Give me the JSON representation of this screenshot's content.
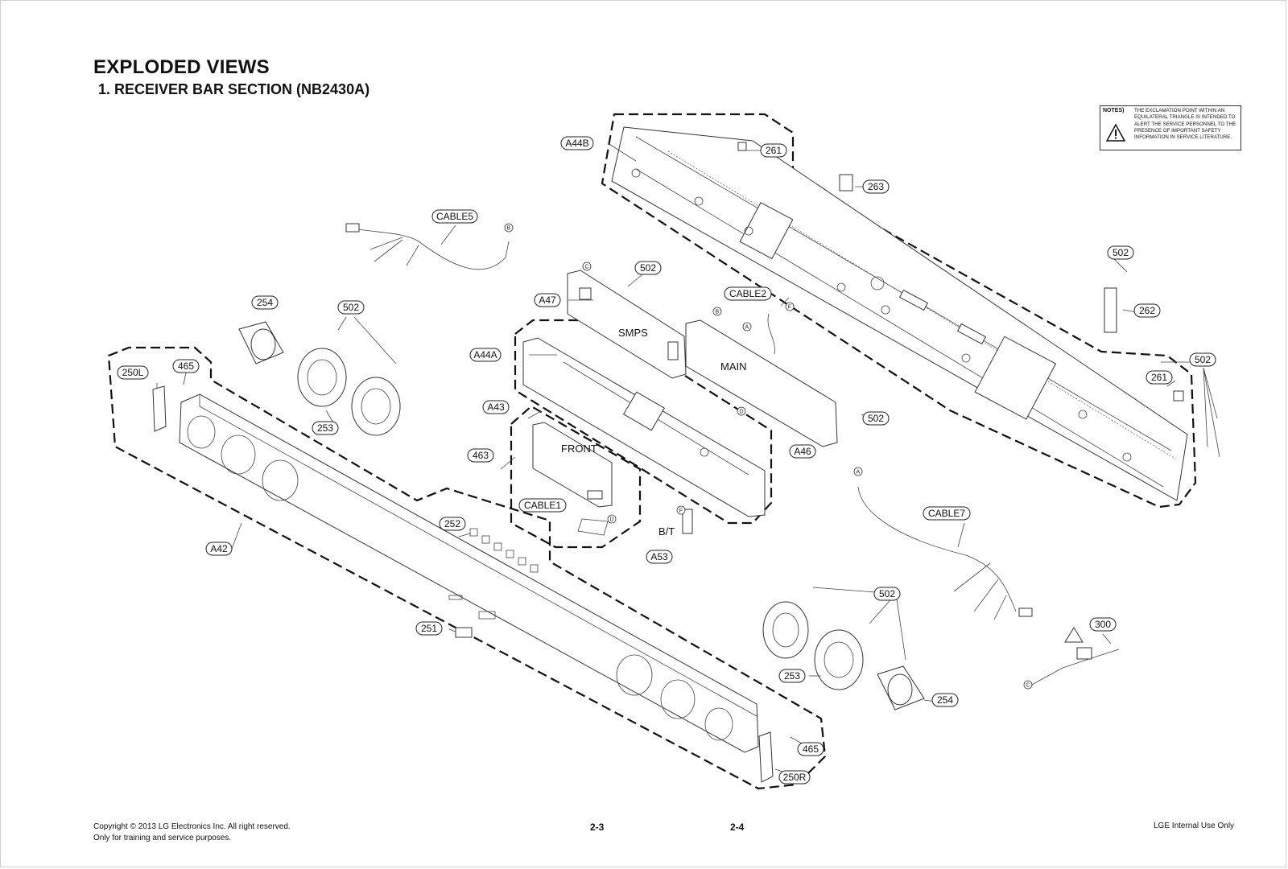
{
  "header": {
    "title": "EXPLODED VIEWS",
    "subtitle": "1. RECEIVER BAR SECTION (NB2430A)"
  },
  "notes": {
    "label": "NOTES)",
    "text": "THE EXCLAMATION POINT WITHIN AN EQUILATERAL TRIANGLE IS INTENDED TO ALERT THE SERVICE PERSONNEL TO THE PRESENCE OF IMPORTANT SAFETY INFORMATION IN SERVICE LITERATURE.",
    "icon": "warning-triangle-icon"
  },
  "callouts": {
    "a44b": "A44B",
    "p261_top": "261",
    "p263": "263",
    "cable5": "CABLE5",
    "p502_top_right": "502",
    "p262": "262",
    "p502_a47": "502",
    "a47": "A47",
    "cable2": "CABLE2",
    "p254_left": "254",
    "p502_left_spk": "502",
    "a44a": "A44A",
    "p502_right_mid": "502",
    "p261_right": "261",
    "p250l": "250L",
    "p465_left": "465",
    "p253_left": "253",
    "a43": "A43",
    "p502_main": "502",
    "p463": "463",
    "a46": "A46",
    "cable1": "CABLE1",
    "cable7": "CABLE7",
    "p252": "252",
    "a42": "A42",
    "a53": "A53",
    "p502_bottom_spk": "502",
    "p300": "300",
    "p251": "251",
    "p253_right": "253",
    "p254_right": "254",
    "p465_right": "465",
    "p250r": "250R"
  },
  "board_labels": {
    "smps": "SMPS",
    "main": "MAIN",
    "front": "FRONT",
    "bt": "B/T"
  },
  "connectors": {
    "b1": "B",
    "c1": "C",
    "b2": "B",
    "f1": "F",
    "a1": "A",
    "d1": "D",
    "d2": "D",
    "f2": "F",
    "a2": "A",
    "c2": "C"
  },
  "footer": {
    "copyright": "Copyright © 2013 LG Electronics Inc. All right reserved.",
    "training": "Only for training and service purposes.",
    "page_left": "2-3",
    "page_right": "2-4",
    "internal": "LGE Internal Use Only"
  }
}
